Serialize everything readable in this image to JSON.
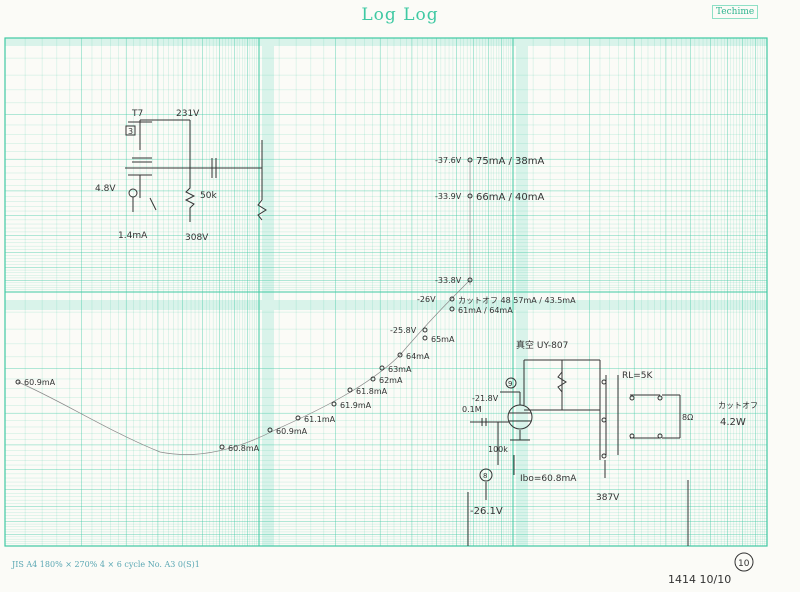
{
  "header": {
    "title": "Log     Log",
    "brand": "Techime"
  },
  "footer": {
    "spec": "JIS   A4   180% × 270%   4 × 6 cycle   No. A3   0(S)1"
  },
  "page_mark": {
    "number": "10",
    "note": "1414 10/10"
  },
  "colors": {
    "grid": "#3fc9a3",
    "ink": "#333333"
  },
  "schematic_top": {
    "labels": {
      "tube": "T7",
      "plate_v": "231V",
      "tube_no": "3",
      "cathode_v": "4.8V",
      "cathode_i": "1.4mA",
      "resistor": "50k",
      "supply": "308V"
    }
  },
  "measurements": {
    "points": [
      {
        "v": "-37.6V",
        "label": "75mA / 38mA"
      },
      {
        "v": "-33.9V",
        "label": "66mA / 40mA"
      },
      {
        "v": "-33.8V",
        "label": ""
      },
      {
        "v": "-26V",
        "label": "カットオフ 48 57mA / 43.5mA"
      },
      {
        "v": "",
        "label": "61mA / 64mA"
      },
      {
        "v": "-25.8V",
        "label": ""
      },
      {
        "v": "",
        "label": "65mA"
      },
      {
        "v": "",
        "label": "64mA"
      },
      {
        "v": "",
        "label": "63mA"
      },
      {
        "v": "",
        "label": "62mA"
      },
      {
        "v": "",
        "label": "61.8mA"
      },
      {
        "v": "",
        "label": "61.9mA"
      },
      {
        "v": "",
        "label": "61.1mA"
      },
      {
        "v": "",
        "label": "60.9mA"
      },
      {
        "v": "",
        "label": "60.8mA"
      },
      {
        "v": "",
        "label": "60.9mA"
      }
    ]
  },
  "schematic_bottom": {
    "labels": {
      "tube_name": "真空 UY-807",
      "tube_no": "9",
      "rl": "RL=5K",
      "grid_v": "-21.8V",
      "coupling": "0.1M",
      "grid_res": "100k",
      "plate_i": "Ibo=60.8mA",
      "bias": "-26.1V",
      "b_plus": "387V",
      "load": "8Ω",
      "cutoff": "カットオフ",
      "power": "4.2W",
      "meter_no": "8"
    }
  }
}
